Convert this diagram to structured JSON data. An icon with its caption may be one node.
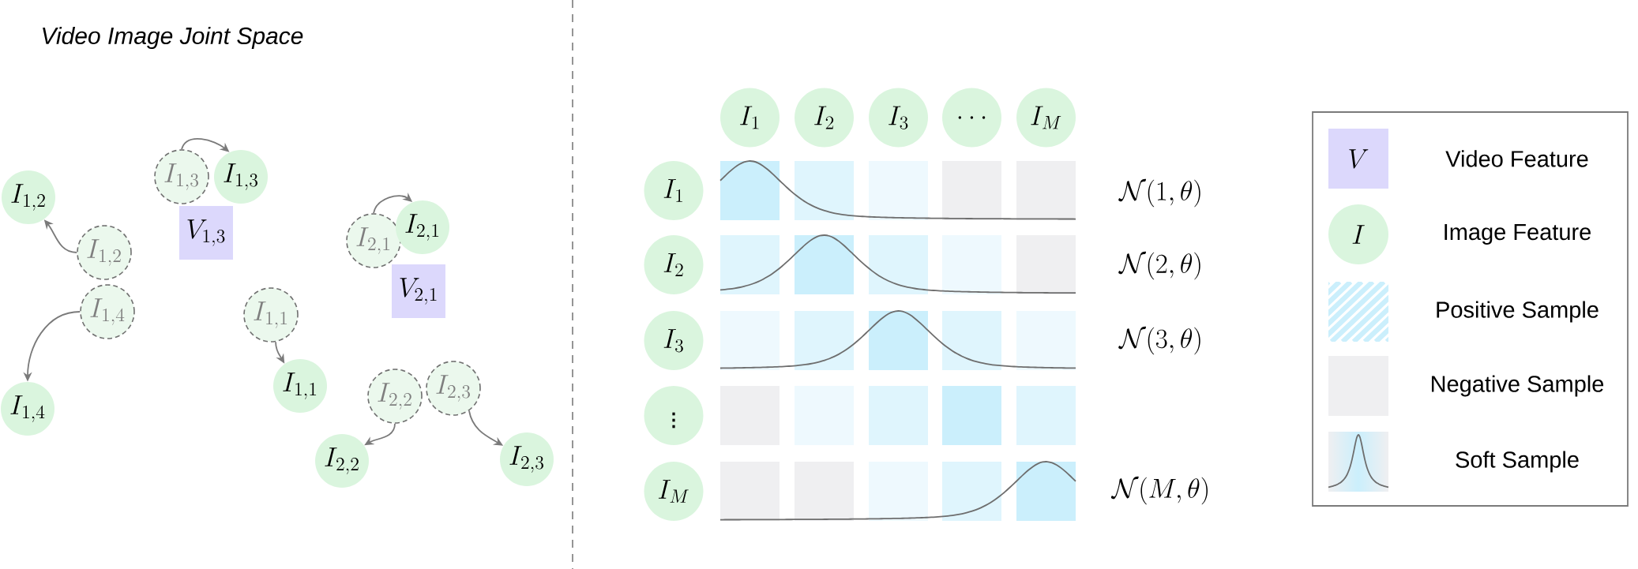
{
  "diagram": {
    "title": "Video Image Joint Space",
    "nodes": [
      {
        "text": [
          "I_{1,2}"
        ]
      },
      {
        "text": [
          "I_{1,2}"
        ]
      },
      {
        "text": [
          "I_{1,4}"
        ]
      },
      {
        "text": [
          "I_{1,4}"
        ]
      },
      {
        "text": [
          "I_{1,3}"
        ]
      },
      {
        "text": [
          "I_{1,3}"
        ]
      },
      {
        "text": [
          "V_{1,3}"
        ]
      },
      {
        "text": [
          "I_{1,1}"
        ]
      },
      {
        "text": [
          "I_{1,1}"
        ]
      },
      {
        "text": [
          "I_{2,1}"
        ]
      },
      {
        "text": [
          "I_{2,1}"
        ]
      },
      {
        "text": [
          "V_{2,1}"
        ]
      },
      {
        "text": [
          "I_{2,2}"
        ]
      },
      {
        "text": [
          "I_{2,3}"
        ]
      },
      {
        "text": [
          "I_{2,2}"
        ]
      },
      {
        "text": [
          "I_{2,3}"
        ]
      },
      {
        "text": [
          "I_1"
        ]
      },
      {
        "text": [
          "I_2"
        ]
      },
      {
        "text": [
          "I_3"
        ]
      },
      {
        "text": [
          "\\dots"
        ]
      },
      {
        "text": [
          "I_M"
        ]
      },
      {
        "text": [
          "I_1"
        ]
      },
      {
        "text": [
          "I_2"
        ]
      },
      {
        "text": [
          "I_3"
        ]
      },
      {
        "text": [
          "\\vdots"
        ]
      },
      {
        "text": [
          "I_M"
        ]
      }
    ],
    "edges": [
      {
        "from": 1,
        "to": 0,
        "arrow": "to"
      },
      {
        "from": 2,
        "to": 3,
        "arrow": "to"
      },
      {
        "from": 4,
        "to": 5,
        "arrow": "to"
      },
      {
        "from": 7,
        "to": 8,
        "arrow": "to"
      },
      {
        "from": 9,
        "to": 10,
        "arrow": "to"
      },
      {
        "from": 12,
        "to": 14,
        "arrow": "to"
      },
      {
        "from": 13,
        "to": 15,
        "arrow": "to"
      }
    ],
    "labels": [
      "\\mathcal{N}(1,\\theta)",
      "\\mathcal{N}(2,\\theta)",
      "\\mathcal{N}(3,\\theta)",
      "\\mathcal{N}(M,\\theta)",
      "V",
      "I"
    ],
    "legend": [
      {
        "text": "Video Feature",
        "color": "#dcd8fc"
      },
      {
        "text": "Image Feature",
        "color": "#daf5de"
      },
      {
        "text": "Positive Sample"
      },
      {
        "text": "Negative Sample",
        "color": "#efeff1"
      },
      {
        "text": "Soft Sample"
      }
    ]
  }
}
